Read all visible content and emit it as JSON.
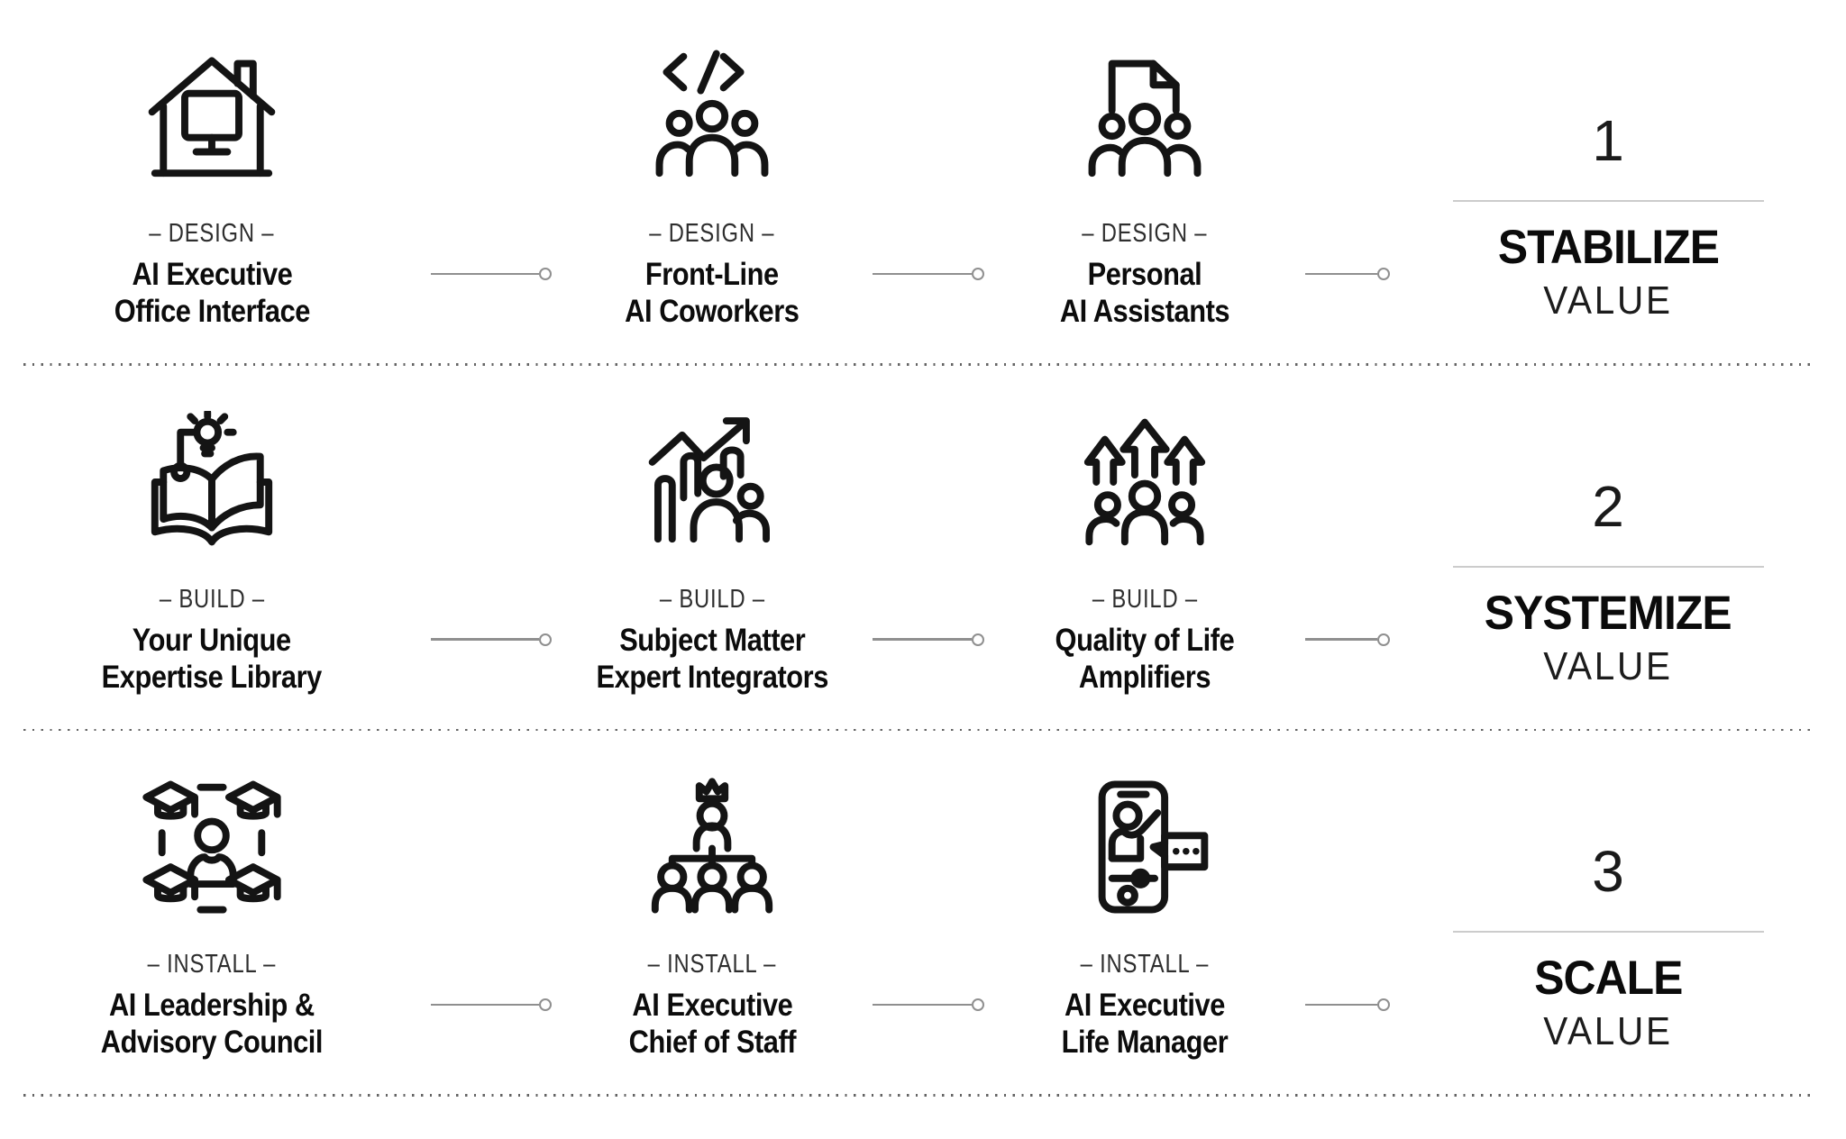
{
  "background": "#ffffff",
  "colors": {
    "text": "#0d0d0d",
    "stage_text": "#2e2e2e",
    "icon_stroke": "#141414",
    "connector_line": "#8f8f8f",
    "divider_dots": "#646464",
    "phase_rule": "#cccccc"
  },
  "rows": [
    {
      "phase": {
        "number": "1",
        "title": "STABILIZE",
        "subtitle": "VALUE"
      },
      "steps": [
        {
          "icon": "house-monitor-icon",
          "stage": "– DESIGN –",
          "title_line1": "AI Executive",
          "title_line2": "Office Interface"
        },
        {
          "icon": "code-team-icon",
          "stage": "– DESIGN –",
          "title_line1": "Front-Line",
          "title_line2": "AI Coworkers"
        },
        {
          "icon": "document-team-icon",
          "stage": "– DESIGN –",
          "title_line1": "Personal",
          "title_line2": "AI Assistants"
        }
      ]
    },
    {
      "phase": {
        "number": "2",
        "title": "SYSTEMIZE",
        "subtitle": "VALUE"
      },
      "steps": [
        {
          "icon": "book-lightbulb-icon",
          "stage": "– BUILD –",
          "title_line1": "Your Unique",
          "title_line2": "Expertise Library"
        },
        {
          "icon": "growth-chart-team-icon",
          "stage": "– BUILD –",
          "title_line1": "Subject Matter",
          "title_line2": "Expert Integrators"
        },
        {
          "icon": "up-arrows-team-icon",
          "stage": "– BUILD –",
          "title_line1": "Quality of Life",
          "title_line2": "Amplifiers"
        }
      ]
    },
    {
      "phase": {
        "number": "3",
        "title": "SCALE",
        "subtitle": "VALUE"
      },
      "steps": [
        {
          "icon": "graduation-caps-person-icon",
          "stage": "– INSTALL –",
          "title_line1": "AI Leadership &",
          "title_line2": "Advisory Council"
        },
        {
          "icon": "org-chart-crown-icon",
          "stage": "– INSTALL –",
          "title_line1": "AI Executive",
          "title_line2": "Chief of Staff"
        },
        {
          "icon": "phone-assistant-icon",
          "stage": "– INSTALL –",
          "title_line1": "AI Executive",
          "title_line2": "Life Manager"
        }
      ]
    }
  ]
}
